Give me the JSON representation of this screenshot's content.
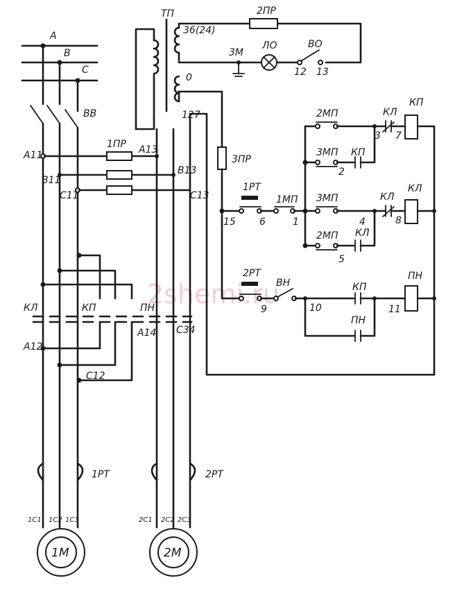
{
  "watermark": "2shemi.ru",
  "supply": {
    "phase_a": "A",
    "phase_b": "B",
    "phase_c": "C",
    "switch": "ВВ"
  },
  "transformer": {
    "name": "ТП",
    "tap_low": "36(24)",
    "tap_zero": "0",
    "tap_high": "127"
  },
  "lamp_circuit": {
    "fuse": "2ПР",
    "ground": "3М",
    "lamp": "ЛО",
    "switch": "ВО",
    "node_a": "12",
    "node_b": "13"
  },
  "fuses": {
    "main": "1ПР",
    "control": "3ПР"
  },
  "line_nodes": {
    "a11": "A11",
    "b11": "B11",
    "c11": "C11",
    "a13": "A13",
    "b13": "B13",
    "c13": "C13"
  },
  "control": {
    "thermal_1": "1РТ",
    "thermal_2": "2РТ",
    "btn_1mp": "1МП",
    "btn_2mp": "2МП",
    "btn_3mp": "3МП",
    "btn_vn": "ВН",
    "contact_kl": "КЛ",
    "contact_kp": "КП",
    "contact_pn": "ПН",
    "coil_kp": "КП",
    "coil_kl": "КЛ",
    "coil_pn": "ПН",
    "nodes": [
      "1",
      "2",
      "3",
      "4",
      "5",
      "6",
      "7",
      "8",
      "9",
      "10",
      "11",
      "15"
    ]
  },
  "contactors": {
    "kl": "КЛ",
    "kp": "КП",
    "pn": "ПН"
  },
  "motor_nodes": {
    "a12": "A12",
    "c12": "C12",
    "a14": "A14",
    "c34": "C34"
  },
  "motors": {
    "m1": {
      "name": "1М",
      "thermal": "1РТ",
      "t1": "1С1",
      "t2": "1С2",
      "t3": "1С3"
    },
    "m2": {
      "name": "2М",
      "thermal": "2РТ",
      "t1": "2С1",
      "t2": "2С2",
      "t3": "2С3"
    }
  }
}
